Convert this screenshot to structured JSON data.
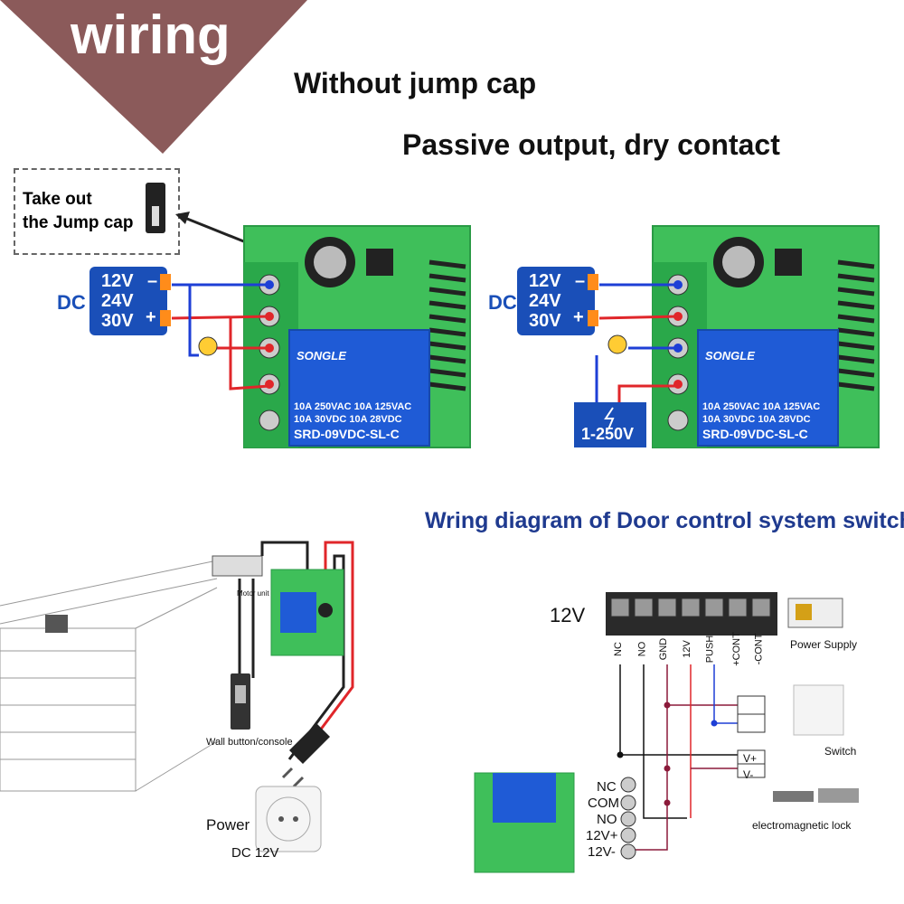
{
  "banner": {
    "label": "wiring",
    "color": "#8b5a5a"
  },
  "headings": {
    "top": "Without jump cap",
    "sub": "Passive output, dry contact"
  },
  "jump_note": {
    "line1": "Take out",
    "line2": "the Jump cap"
  },
  "left_module": {
    "dc_label": "DC",
    "voltages": [
      "12V",
      "24V",
      "30V"
    ],
    "minus": "–",
    "plus": "+"
  },
  "right_module": {
    "dc_label": "DC",
    "voltages": [
      "12V",
      "24V",
      "30V"
    ],
    "minus": "–",
    "plus": "+",
    "source_label": "1-250V"
  },
  "relay": {
    "brand": "SONGLE",
    "rating_1": "10A 250VAC  10A 125VAC",
    "rating_2": "10A  30VDC  10A  28VDC",
    "model": "SRD-09VDC-SL-C"
  },
  "garage": {
    "motor_label": "Motor unit",
    "wall_button_label": "Wall button/console",
    "power_label": "Power",
    "dc_label": "DC 12V"
  },
  "door": {
    "title": "Wring diagram of Door control system switch",
    "voltage": "12V",
    "terminals": [
      "NC",
      "NO",
      "GND",
      "12V",
      "PUSH",
      "+CONT",
      "-CONT"
    ],
    "power_supply_label": "Power Supply",
    "switch_label": "Switch",
    "lock_label": "electromagnetic lock",
    "lock_vplus": "V+",
    "lock_vminus": "V-",
    "module_terminals": [
      "NC",
      "COM",
      "NO",
      "12V+",
      "12V-"
    ]
  },
  "colors": {
    "board": "#3fbf5a",
    "blue_wire": "#1e3fd6",
    "red_wire": "#e0262a",
    "terminal_green": "#2aa84a",
    "dc_box": "#1a4fb8",
    "orange": "#ff8c1a"
  }
}
